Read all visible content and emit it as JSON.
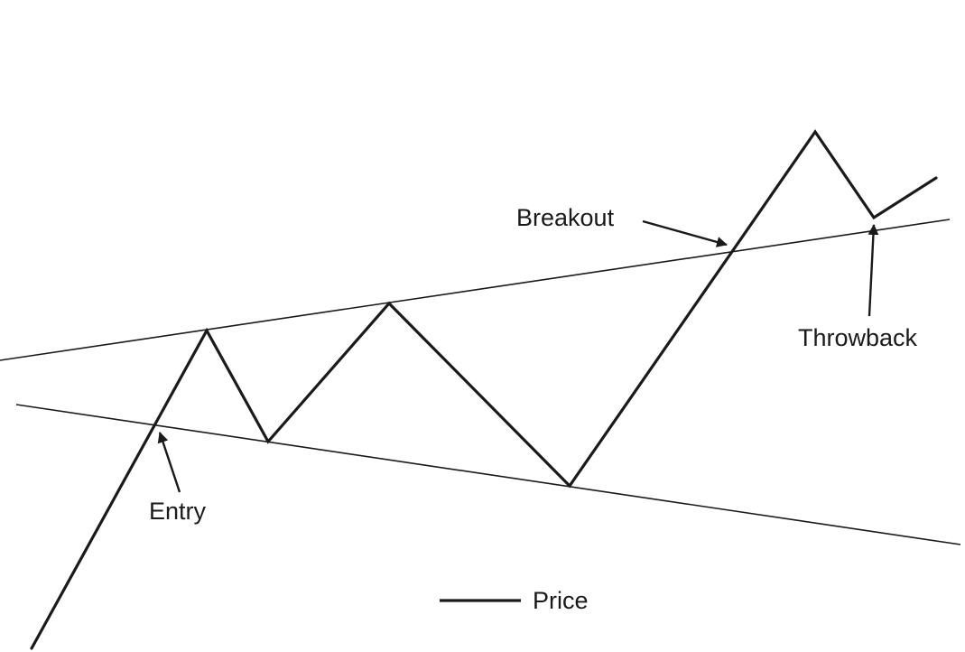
{
  "labels": {
    "breakout": "Breakout",
    "throwback": "Throwback",
    "entry": "Entry"
  },
  "legend": {
    "price_label": "Price"
  },
  "colors": {
    "line": "#1a1a1a",
    "background": "#ffffff"
  }
}
